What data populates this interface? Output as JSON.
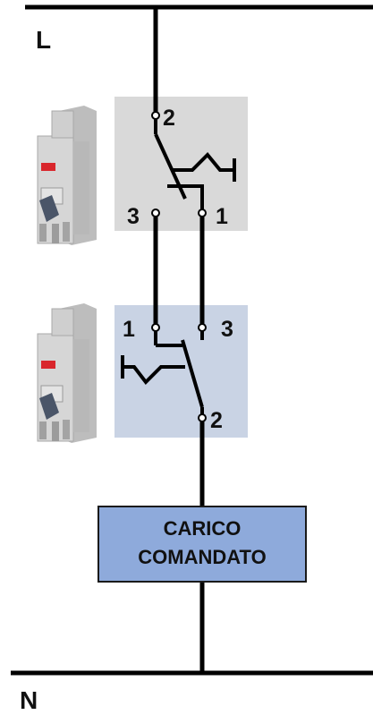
{
  "rails": {
    "line": "L",
    "neutral": "N"
  },
  "switch_top": {
    "terminal_top": "2",
    "terminal_left": "3",
    "terminal_right": "1"
  },
  "switch_bottom": {
    "terminal_left": "1",
    "terminal_right": "3",
    "terminal_bottom": "2"
  },
  "load": {
    "line1": "CARICO",
    "line2": "COMANDATO"
  },
  "colors": {
    "panel_top": "#d9d9d9",
    "panel_bottom": "#c9d3e4",
    "load_fill": "#8eaadb",
    "wire": "#000000",
    "device_body": "#c8c8c8",
    "device_handle": "#4a5568",
    "brand_red": "#d9262c"
  },
  "icons": {
    "device_top": "modular-changeover-switch-icon",
    "device_bottom": "modular-changeover-switch-icon"
  }
}
